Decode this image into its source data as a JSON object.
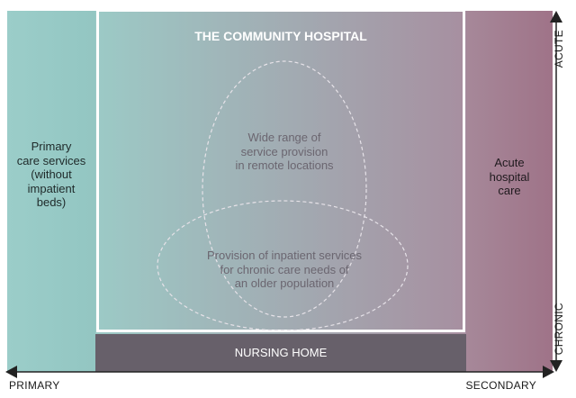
{
  "title": "THE COMMUNITY HOSPITAL",
  "primary_care": {
    "lines": [
      "Primary",
      "care services",
      "(without",
      "impatient",
      "beds)"
    ]
  },
  "acute_care": {
    "lines": [
      "Acute",
      "hospital",
      "care"
    ]
  },
  "remote_services": {
    "lines": [
      "Wide range of",
      "service provision",
      "in remote locations"
    ]
  },
  "inpatient_services": {
    "lines": [
      "Provision of inpatient services",
      "for chronic care needs of",
      "an older population"
    ]
  },
  "nursing_home": "NURSING HOME",
  "axes": {
    "x_left": "PRIMARY",
    "x_right": "SECONDARY",
    "y_top": "ACUTE",
    "y_bottom": "CHRONIC"
  },
  "colors": {
    "teal": "#9bcdc9",
    "mauve": "#a3778d",
    "nursing_home": "#67606a",
    "title": "#ffffff",
    "ellipse_text": "#6b6670",
    "axis": "#222222"
  }
}
